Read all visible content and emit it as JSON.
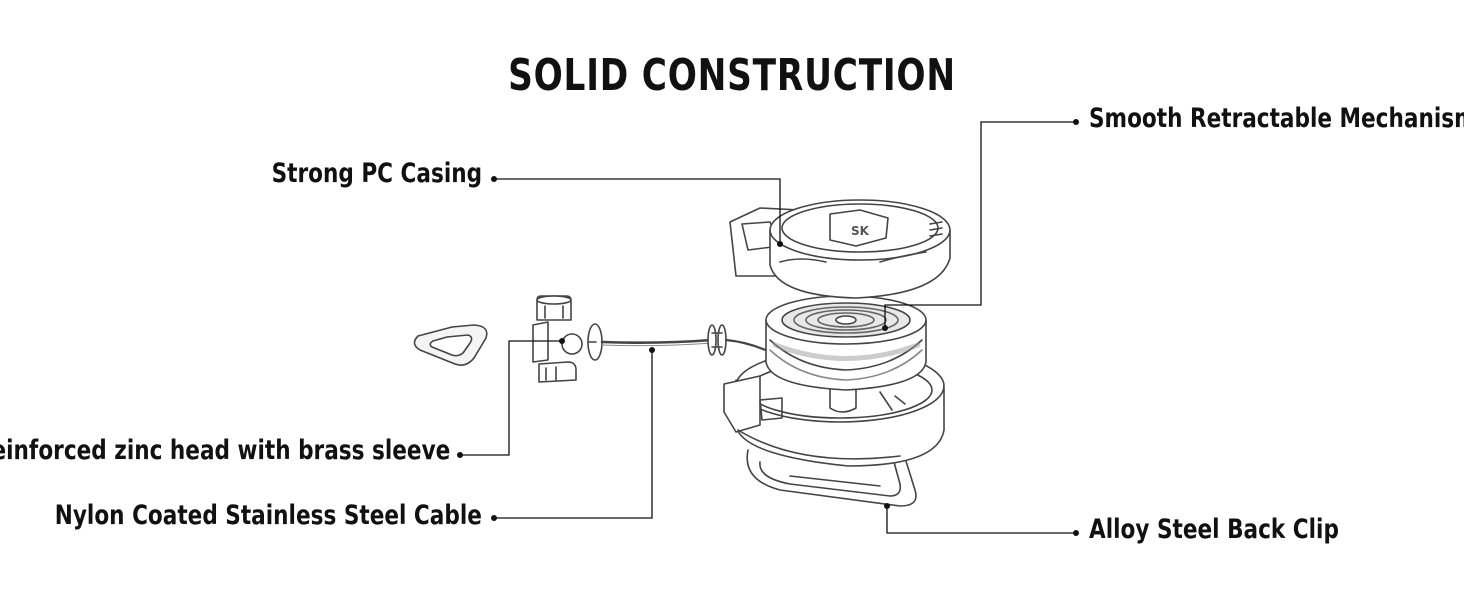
{
  "title": "SOLID CONSTRUCTION",
  "labels": {
    "casing": "Strong PC Casing",
    "mechanism": "Smooth Retractable Mechanism",
    "zinc_head": "Reinforced zinc head with brass sleeve",
    "cable": "Nylon Coated Stainless Steel Cable",
    "clip": "Alloy Steel Back Clip"
  },
  "colors": {
    "ink": "#111111",
    "line": "#444444",
    "background": "#ffffff"
  }
}
